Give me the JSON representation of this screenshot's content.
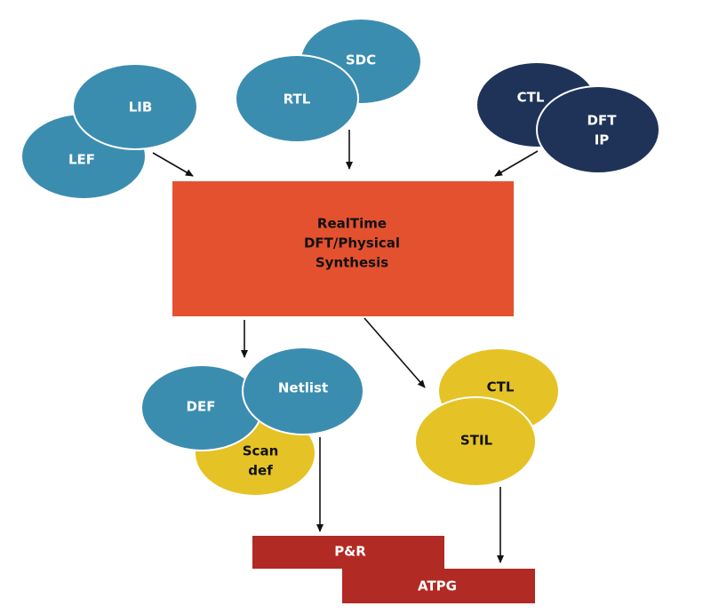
{
  "colors": {
    "teal": "#3b8db0",
    "navy": "#1f3358",
    "yellow": "#e5c326",
    "orange": "#e4512f",
    "red": "#b22a24",
    "stroke": "#ffffff",
    "arrow": "#111111"
  },
  "inputs": {
    "lef": "LEF",
    "lib": "LIB",
    "rtl": "RTL",
    "sdc": "SDC",
    "ctl": "CTL",
    "dft_ip_line1": "DFT",
    "dft_ip_line2": "IP"
  },
  "synthesis": {
    "line1": "RealTime",
    "line2": "DFT/Physical",
    "line3": "Synthesis"
  },
  "outputs": {
    "def": "DEF",
    "netlist": "Netlist",
    "scandef_line1": "Scan",
    "scandef_line2": "def",
    "ctl": "CTL",
    "stil": "STIL"
  },
  "tools": {
    "pr": "P&R",
    "atpg": "ATPG"
  }
}
